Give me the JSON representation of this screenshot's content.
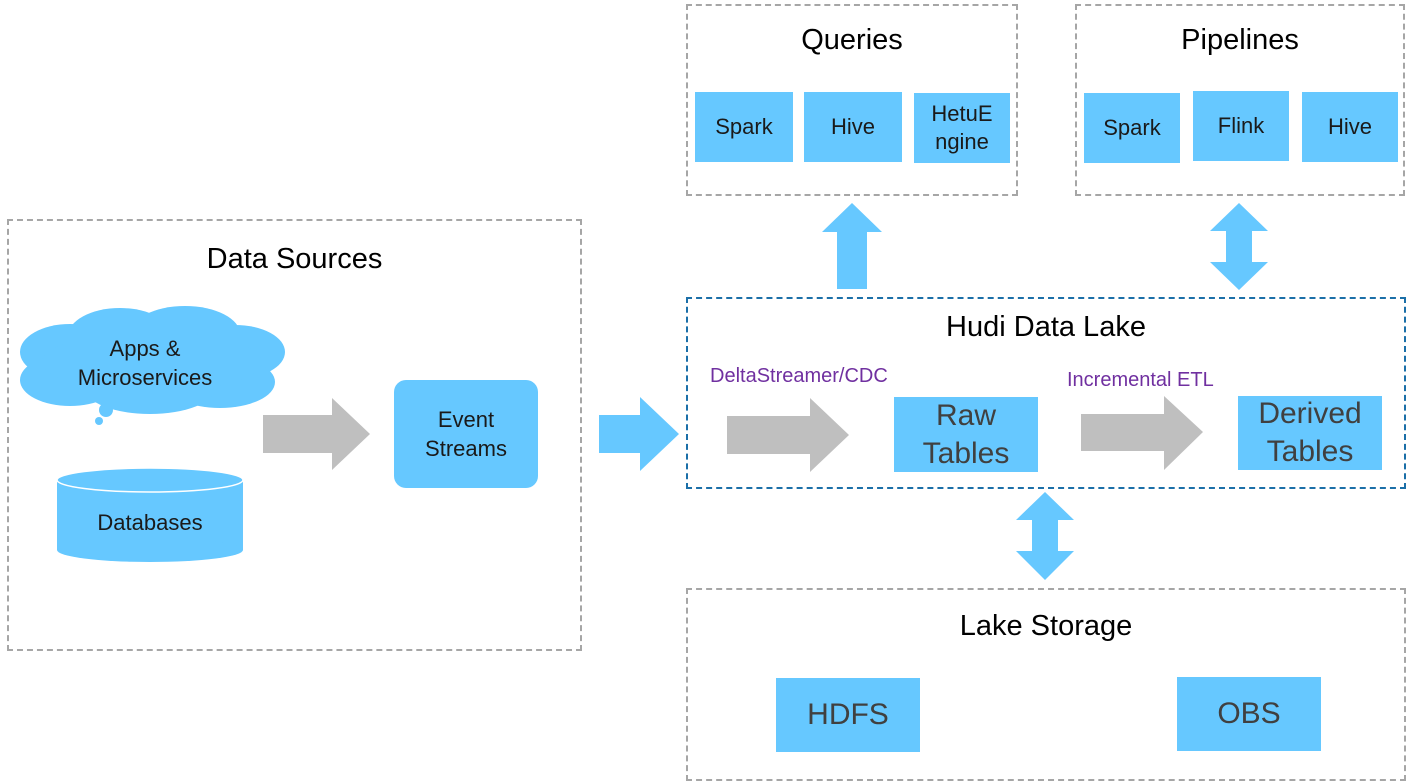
{
  "data_sources": {
    "title": "Data Sources",
    "apps": "Apps &\nMicroservices",
    "databases": "Databases",
    "event_streams": "Event\nStreams"
  },
  "queries": {
    "title": "Queries",
    "items": [
      "Spark",
      "Hive",
      "HetuE\nngine"
    ]
  },
  "pipelines": {
    "title": "Pipelines",
    "items": [
      "Spark",
      "Flink",
      "Hive"
    ]
  },
  "hudi": {
    "title": "Hudi Data Lake",
    "deltastreamer_label": "DeltaStreamer/CDC",
    "incremental_label": "Incremental ETL",
    "raw_tables": "Raw\nTables",
    "derived_tables": "Derived\nTables"
  },
  "storage": {
    "title": "Lake Storage",
    "items": [
      "HDFS",
      "OBS"
    ]
  },
  "colors": {
    "node_fill": "#66c8ff",
    "arrow_blue": "#66c8ff",
    "arrow_gray": "#bfbfbf",
    "label_purple": "#7030a0",
    "lake_border": "#1b6fa8",
    "group_border": "#a6a6a6"
  }
}
